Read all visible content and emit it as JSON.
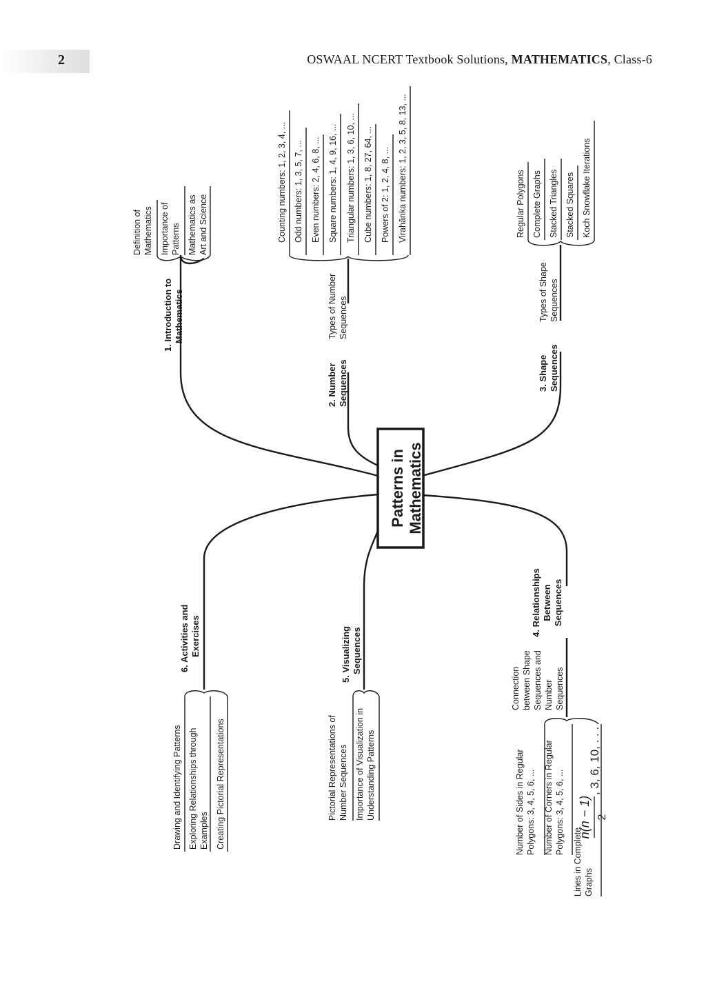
{
  "header": {
    "page_number": "2",
    "title_prefix": "OSWAAL NCERT Textbook Solutions, ",
    "subject": "MATHEMATICS",
    "title_suffix": ", Class-6"
  },
  "mindmap": {
    "center": [
      "Patterns in",
      "Mathematics"
    ],
    "branch1": {
      "title": [
        "1. Introduction to",
        "Mathematics"
      ],
      "items": [
        [
          "Definition of",
          "Mathematics"
        ],
        [
          "Importance of",
          "Patterns"
        ],
        [
          "Mathematics as",
          "Art and Science"
        ]
      ]
    },
    "branch2": {
      "title": [
        "2. Number",
        "Sequences"
      ],
      "sub": [
        "Types of Number",
        "Sequences"
      ],
      "items": [
        "Counting numbers: 1, 2, 3, 4, ...",
        "Odd numbers: 1, 3, 5, 7, ...",
        "Even numbers: 2, 4, 6, 8, ...",
        "Square numbers: 1, 4, 9, 16, ...",
        "Triangular numbers: 1, 3, 6, 10, ...",
        "Cube numbers: 1, 8, 27, 64, ...",
        "Powers of 2:  1, 2, 4, 8, ...",
        "Virahānka numbers: 1, 2, 3, 5, 8, 13, ..."
      ]
    },
    "branch3": {
      "title": [
        "3. Shape",
        "Sequences"
      ],
      "sub": [
        "Types of Shape",
        "Sequences"
      ],
      "items": [
        "Regular Polygons",
        "Complete Graphs",
        "Stacked Triangles",
        "Stacked Squares",
        "Koch Snowflake Iterations"
      ]
    },
    "branch4": {
      "title": [
        "4. Relationships",
        "Between",
        "Sequences"
      ],
      "sub": [
        "Connection",
        "between Shape",
        "Sequences and",
        "Number",
        "Sequences"
      ],
      "items": [
        [
          "Number of Sides in Regular",
          "Polygons: 3, 4, 5, 6, ..."
        ],
        [
          "Number of Corners in Regular",
          "Polygons: 3, 4, 5, 6, ..."
        ],
        [
          "Lines in Complete",
          "Graphs"
        ]
      ],
      "formula": {
        "numerator": "n(n − 1)",
        "denominator": "2",
        "tail": ", 3, 6, 10, . . ."
      }
    },
    "branch5": {
      "title": [
        "5. Visualizing",
        "Sequences"
      ],
      "items": [
        [
          "Pictorial Representations of",
          "Number Sequences"
        ],
        [
          "Importance of Visualization in",
          "Understanding Patterns"
        ]
      ]
    },
    "branch6": {
      "title": [
        "6. Activities and",
        "Exercises"
      ],
      "items": [
        [
          "Drawing and Identifying Patterns"
        ],
        [
          "Exploring Relationships through",
          "Examples"
        ],
        [
          "Creating Pictorial Representations"
        ]
      ]
    }
  }
}
